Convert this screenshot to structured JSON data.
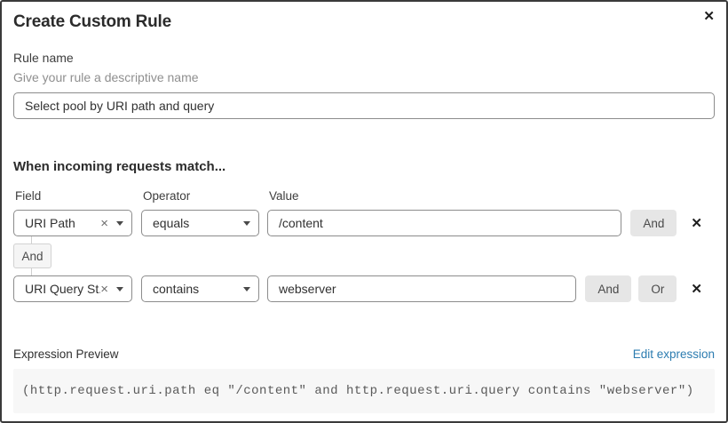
{
  "dialog": {
    "title": "Create Custom Rule"
  },
  "icons": {
    "close": "✕",
    "clear": "×",
    "delete": "✕"
  },
  "rule_name": {
    "label": "Rule name",
    "helper": "Give your rule a descriptive name",
    "value": "Select pool by URI path and query"
  },
  "match": {
    "heading": "When incoming requests match...",
    "columns": {
      "field": "Field",
      "operator": "Operator",
      "value": "Value"
    },
    "connector": "And",
    "rows": [
      {
        "field": "URI Path",
        "operator": "equals",
        "value": "/content",
        "and_label": "And"
      },
      {
        "field": "URI Query St...",
        "operator": "contains",
        "value": "webserver",
        "and_label": "And",
        "or_label": "Or"
      }
    ]
  },
  "preview": {
    "label": "Expression Preview",
    "edit_link": "Edit expression",
    "expression": "(http.request.uri.path eq \"/content\" and http.request.uri.query contains \"webserver\")"
  },
  "colors": {
    "link_blue": "#2c7cb0",
    "button_gray": "#e6e6e6",
    "badge_gray": "#f5f5f5",
    "code_bg": "#f7f7f7",
    "input_border": "#8c8c8c"
  }
}
